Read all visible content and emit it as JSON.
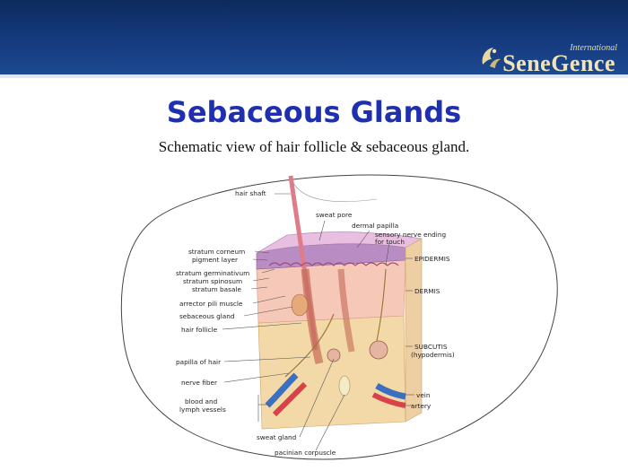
{
  "brand": {
    "international": "International",
    "name": "SeneGence",
    "colors": {
      "banner": "#14387a",
      "gold": "#f1e4b8"
    }
  },
  "slide": {
    "title": "Sebaceous Glands",
    "subtitle": "Schematic view of hair follicle & sebaceous gland."
  },
  "diagram": {
    "labels": {
      "hair_shaft": "hair shaft",
      "sweat_pore": "sweat pore",
      "dermal_papilla": "dermal papilla",
      "sensory_nerve_1": "sensory nerve ending",
      "sensory_nerve_2": "for touch",
      "stratum_corneum": "stratum corneum",
      "pigment_layer": "pigment layer",
      "stratum_germinativum": "stratum germinativum",
      "stratum_spinosum": "stratum spinosum",
      "stratum_basale": "stratum basale",
      "arrector_pili": "arrector pili muscle",
      "sebaceous_gland": "sebaceous gland",
      "hair_follicle": "hair follicle",
      "papilla_of_hair": "papilla of hair",
      "nerve_fiber": "nerve fiber",
      "blood_1": "blood and",
      "blood_2": "lymph vessels",
      "sweat_gland": "sweat gland",
      "pacinian": "pacinian corpuscle",
      "epidermis": "EPIDERMIS",
      "dermis": "DERMIS",
      "subcutis": "SUBCUTIS",
      "hypodermis": "(hypodermis)",
      "vein": "vein",
      "artery": "artery"
    }
  }
}
